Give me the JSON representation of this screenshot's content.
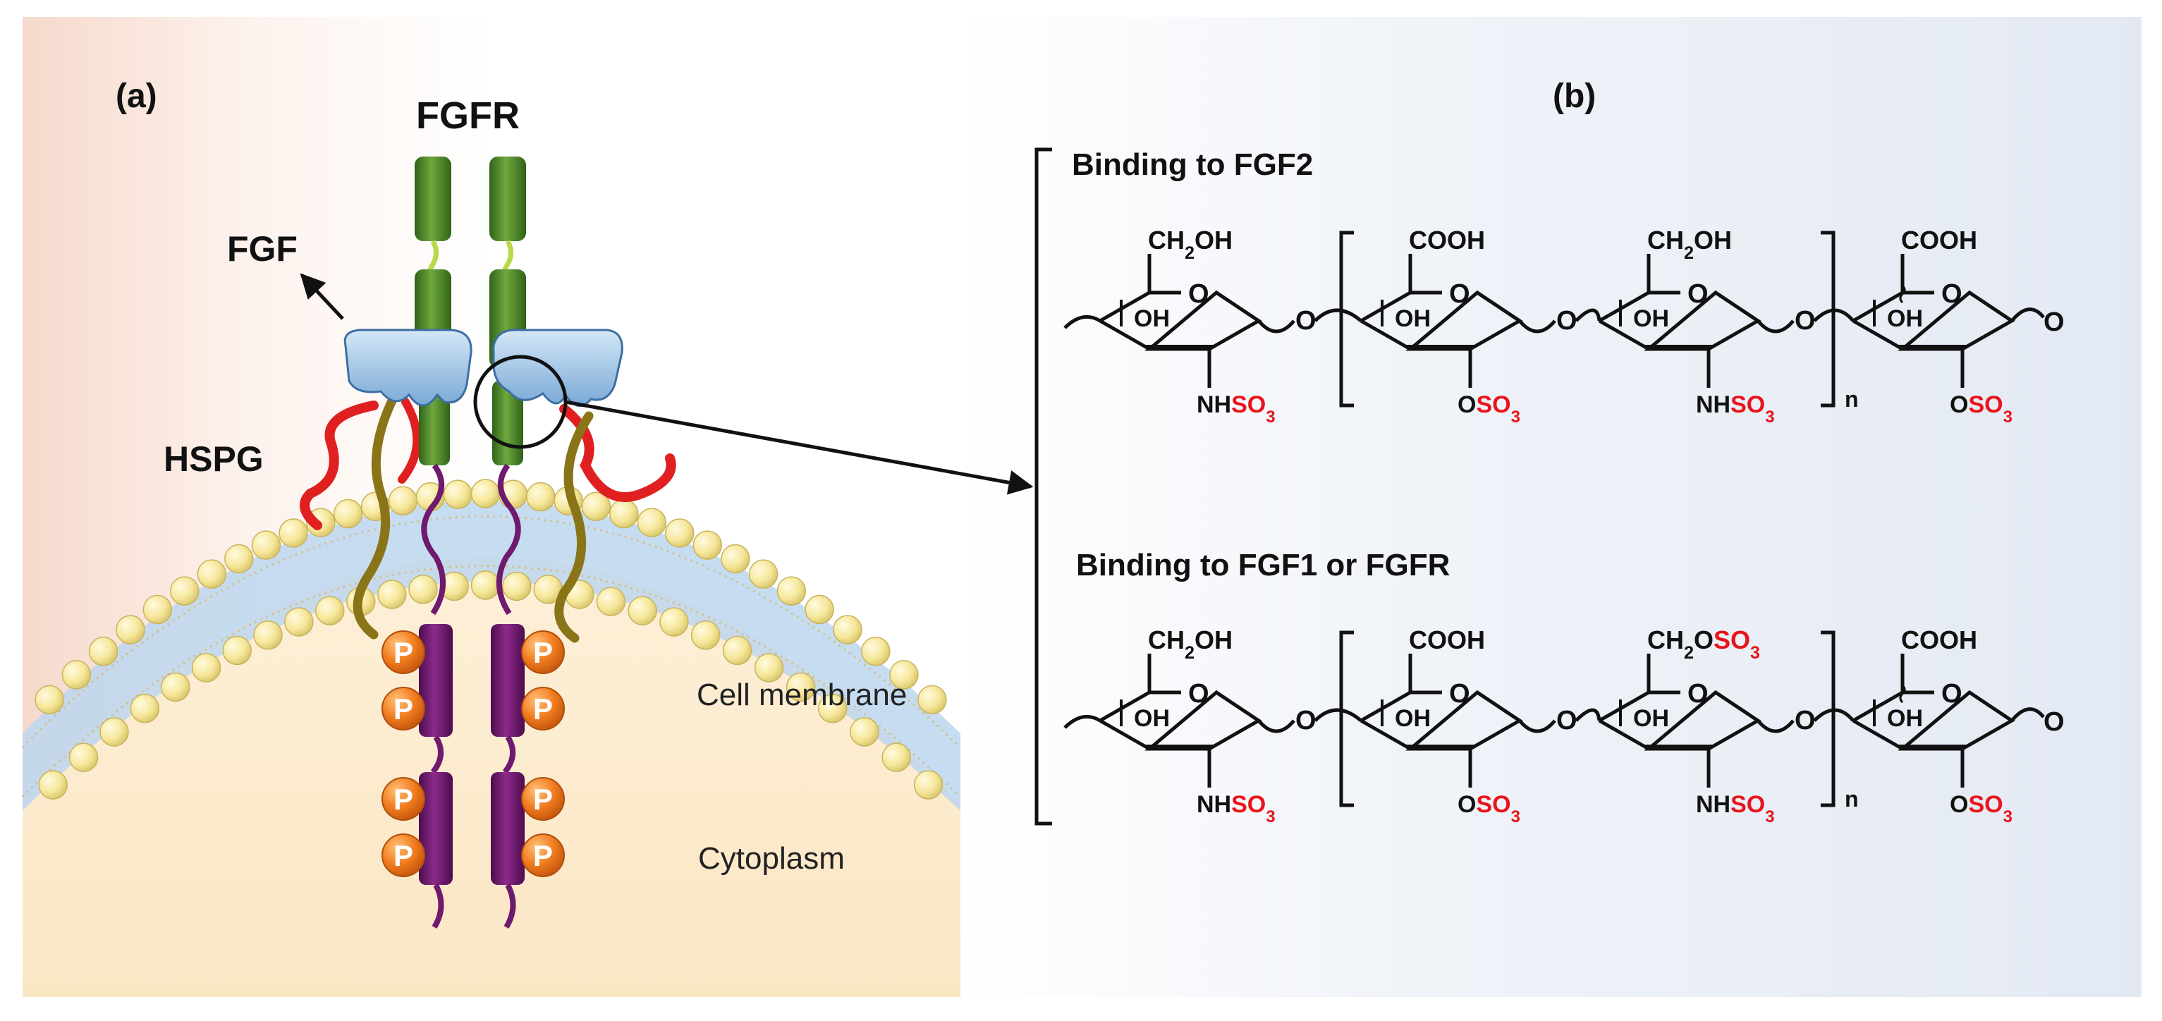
{
  "panel_a": {
    "label": "(a)",
    "receptor_label": "FGFR",
    "ligand_label": "FGF",
    "proteoglycan_label": "HSPG",
    "membrane_label": "Cell membrane",
    "cytoplasm_label": "Cytoplasm",
    "phosphate_label": "P"
  },
  "panel_b": {
    "label": "(b)",
    "structure_top": {
      "title": "Binding to FGF2",
      "ring1": {
        "top": "CH2OH",
        "mid": "OH",
        "bottom_a": "NH",
        "bottom_b": "SO3"
      },
      "ring2": {
        "top": "COOH",
        "mid": "OH",
        "bottom_a": "O",
        "bottom_b": "SO3"
      },
      "ring3": {
        "top": "CH2OH",
        "top_b": "",
        "mid": "OH",
        "bottom_a": "NH",
        "bottom_b": "SO3"
      },
      "ring4": {
        "top": "COOH",
        "mid": "OH",
        "bottom_a": "O",
        "bottom_b": "SO3"
      },
      "repeat": "n",
      "link_o": "O"
    },
    "structure_bottom": {
      "title": "Binding to FGF1 or FGFR",
      "ring1": {
        "top": "CH2OH",
        "mid": "OH",
        "bottom_a": "NH",
        "bottom_b": "SO3"
      },
      "ring2": {
        "top": "COOH",
        "mid": "OH",
        "bottom_a": "O",
        "bottom_b": "SO3"
      },
      "ring3": {
        "top": "CH2O",
        "top_b": "SO3",
        "mid": "OH",
        "bottom_a": "NH",
        "bottom_b": "SO3"
      },
      "ring4": {
        "top": "COOH",
        "mid": "OH",
        "bottom_a": "O",
        "bottom_b": "SO3"
      },
      "repeat": "n",
      "link_o": "O"
    }
  },
  "colors": {
    "sulfate_red": "#e8141b",
    "receptor_green": "#4a8a2a",
    "receptor_purple": "#6e1a6e",
    "ligand_blue": "#9cc3e6",
    "phosphate_orange": "#f07a1c",
    "lipid_yellow": "#f5ecaa",
    "hspg_red": "#e02020",
    "hspg_olive": "#8a7418"
  }
}
